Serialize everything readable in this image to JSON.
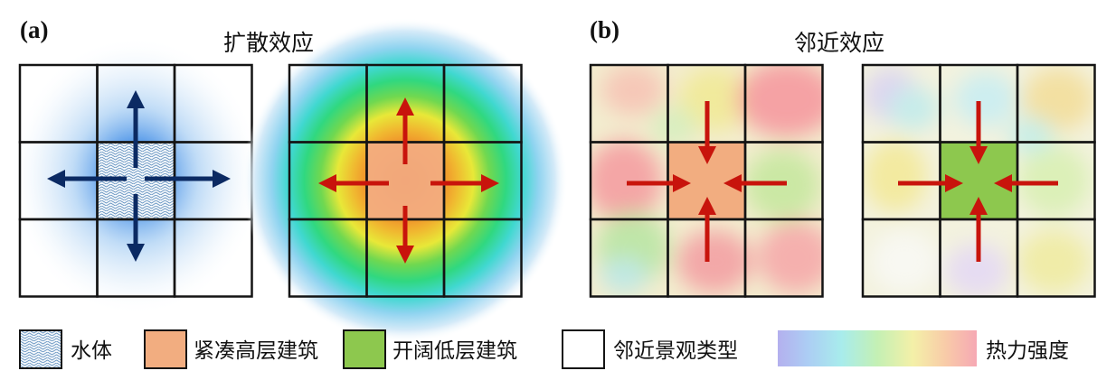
{
  "panels": [
    {
      "label": "(a)",
      "title": "扩散效应"
    },
    {
      "label": "(b)",
      "title": "邻近效应"
    }
  ],
  "legend": {
    "water": "水体",
    "compact_highrise": "紧凑高层建筑",
    "open_lowrise": "开阔低层建筑",
    "adjacent_landscape": "邻近景观类型",
    "heat_intensity": "热力强度"
  },
  "colors": {
    "compact_highrise": "#f2ad80",
    "open_lowrise": "#8dc84e",
    "adjacent_landscape": "#ffffff",
    "arrow_navy": "#0b2a63",
    "arrow_red": "#c8140c"
  }
}
